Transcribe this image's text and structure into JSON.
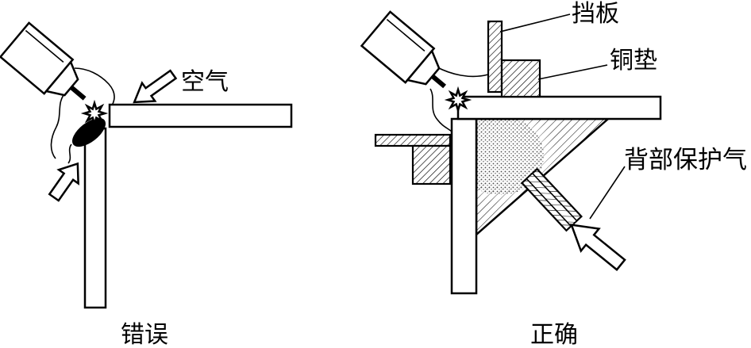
{
  "labels": {
    "air": "空气",
    "wrong": "错误",
    "baffle": "挡板",
    "copper_pad": "铜垫",
    "back_shielding_gas": "背部保护气",
    "correct": "正确"
  },
  "colors": {
    "line": "#000000",
    "background": "#ffffff",
    "weld_spot": "#000000"
  }
}
